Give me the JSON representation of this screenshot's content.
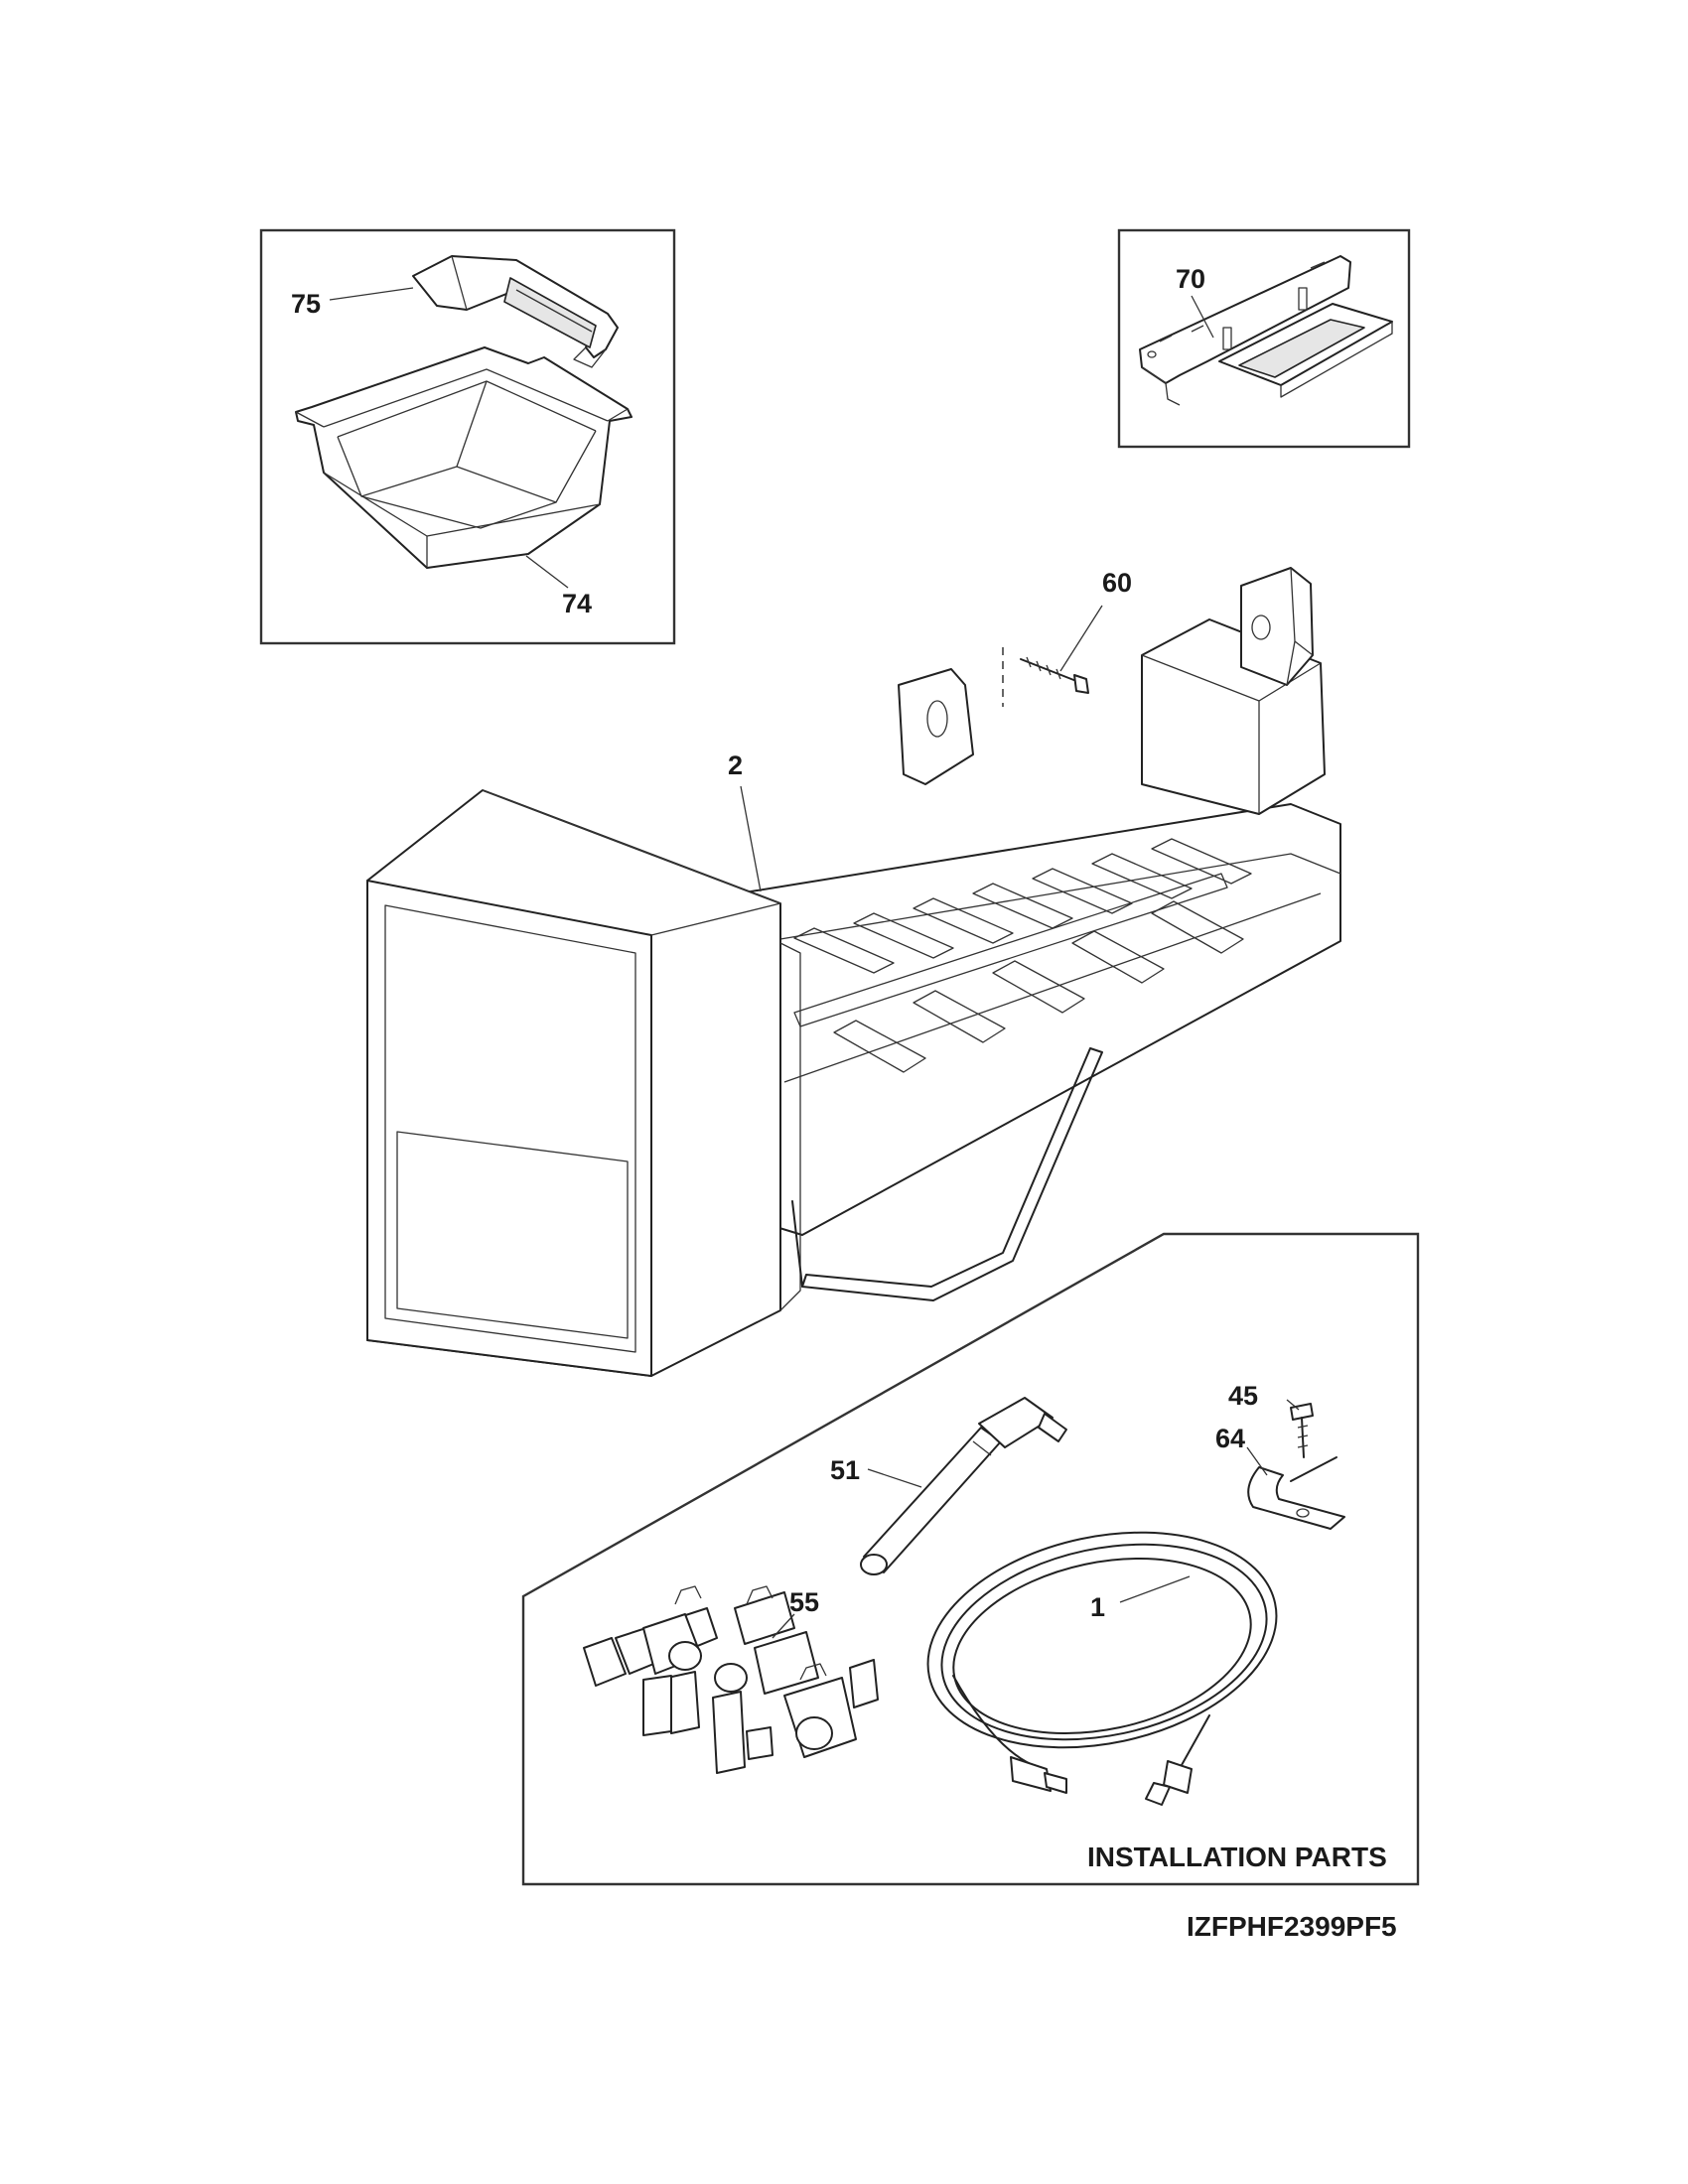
{
  "callouts": {
    "p75": "75",
    "p74": "74",
    "p70": "70",
    "p60": "60",
    "p2": "2",
    "p51": "51",
    "p45": "45",
    "p64": "64",
    "p1": "1",
    "p55": "55"
  },
  "installation_title": "INSTALLATION PARTS",
  "diagram_code": "IZFPHF2399PF5"
}
